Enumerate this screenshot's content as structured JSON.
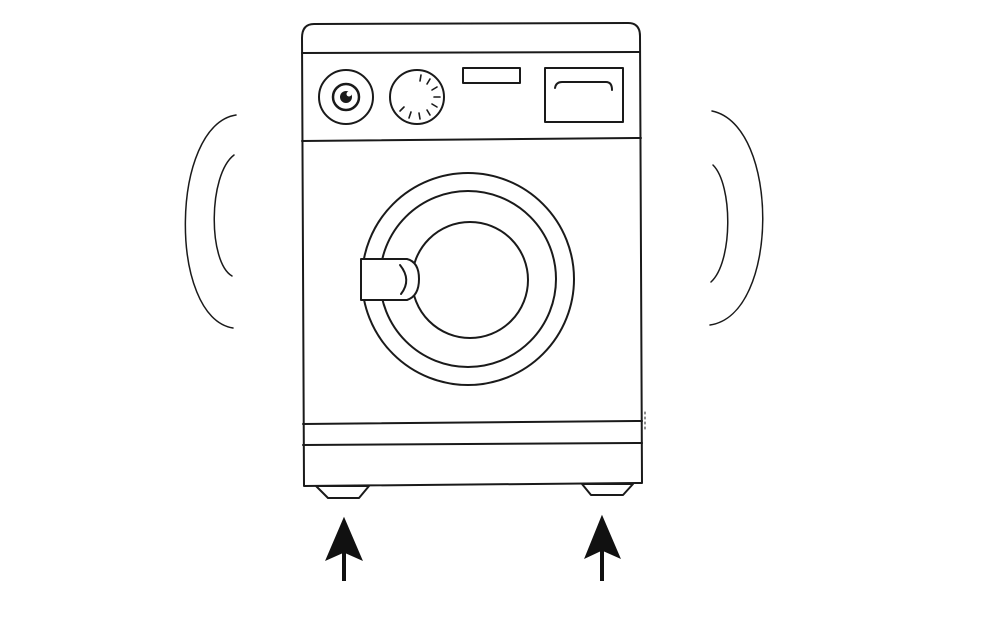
{
  "figure": {
    "subject": "washing-machine-vibration-diagram",
    "colors": {
      "line": "#1a1a1a",
      "background": "#ffffff",
      "arrow": "#111111"
    },
    "parts": {
      "program_dial": "dial-knob-icon",
      "timer_dial": "timer-dial-icon",
      "indicator_slot": "indicator-slot",
      "detergent_drawer": "detergent-drawer",
      "door": "porthole-door",
      "door_handle": "door-handle",
      "base_panel": "base-kickplate",
      "foot_left": "leveling-foot-left",
      "foot_right": "leveling-foot-right"
    },
    "markers": {
      "vibration_left": "vibration-waves-left-icon",
      "vibration_right": "vibration-waves-right-icon",
      "arrow_left": "arrow-up-icon",
      "arrow_right": "arrow-up-icon"
    }
  }
}
